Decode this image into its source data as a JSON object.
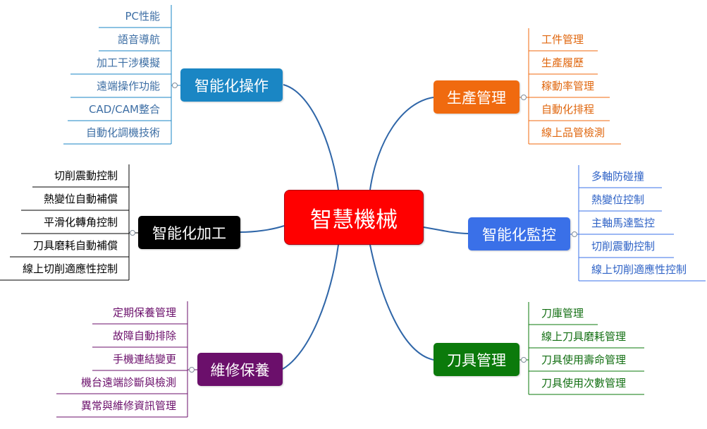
{
  "diagram": {
    "center": {
      "label": "智慧機械",
      "color": "#ff0000"
    },
    "link_color": "#2f66a8",
    "branches": [
      {
        "id": "smart-operation",
        "label": "智能化操作",
        "side": "left",
        "color": "#1a86c4",
        "leaf_color": "#3e6fa5",
        "leaves": [
          "PC性能",
          "語音導航",
          "加工干涉模擬",
          "遠端操作功能",
          "CAD/CAM整合",
          "自動化調機技術"
        ]
      },
      {
        "id": "smart-machining",
        "label": "智能化加工",
        "side": "left",
        "color": "#000000",
        "leaf_color": "#000000",
        "leaves": [
          "切削震動控制",
          "熱變位自動補償",
          "平滑化轉角控制",
          "刀具磨耗自動補償",
          "線上切削適應性控制"
        ]
      },
      {
        "id": "maintenance",
        "label": "維修保養",
        "side": "left",
        "color": "#6b0f6b",
        "leaf_color": "#6b0f6b",
        "leaves": [
          "定期保養管理",
          "故障自動排除",
          "手機連結變更",
          "機台遠端診斷與檢測",
          "異常與維修資訊管理"
        ]
      },
      {
        "id": "production",
        "label": "生產管理",
        "side": "right",
        "color": "#f06a0f",
        "leaf_color": "#e0670f",
        "leaves": [
          "工件管理",
          "生產履歷",
          "稼動率管理",
          "自動化排程",
          "線上品管檢測"
        ]
      },
      {
        "id": "smart-monitoring",
        "label": "智能化監控",
        "side": "right",
        "color": "#3a70e8",
        "leaf_color": "#2e62c6",
        "leaves": [
          "多軸防碰撞",
          "熱變位控制",
          "主軸馬達監控",
          "切削震動控制",
          "線上切削適應性控制"
        ]
      },
      {
        "id": "tool-management",
        "label": "刀具管理",
        "side": "right",
        "color": "#0b7a0b",
        "leaf_color": "#136f13",
        "leaves": [
          "刀庫管理",
          "線上刀具磨耗管理",
          "刀具使用壽命管理",
          "刀具使用次數管理"
        ]
      }
    ]
  }
}
